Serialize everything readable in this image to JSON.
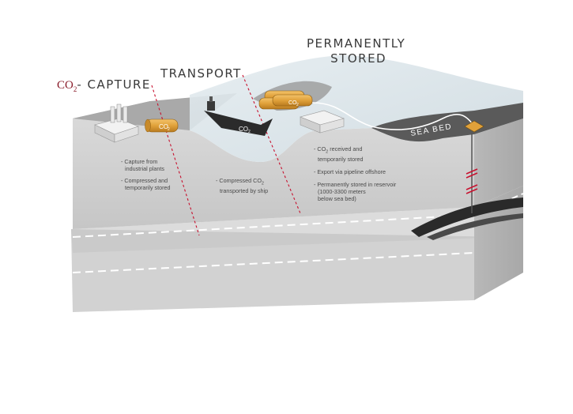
{
  "headings": {
    "capture_prefix": "CO",
    "capture_sub": "2",
    "capture_label": "- CAPTURE",
    "transport": "TRANSPORT",
    "stored_line1": "PERMANENTLY",
    "stored_line2": "STORED"
  },
  "capture_notes": {
    "item1_line1": "- Capture from",
    "item1_line2": "industrial plants",
    "item2_line1": "- Compressed and",
    "item2_line2": "temporarily stored"
  },
  "transport_notes": {
    "line1_pre": "- Compressed CO",
    "line1_sub": "2",
    "line2": "transported by ship"
  },
  "storage_notes": {
    "item1_pre": "- CO",
    "item1_sub": "2",
    "item1_post": " received and",
    "item1_line2": "temporarily stored",
    "item2": "- Export via pipeline offshore",
    "item3_line1": "- Permanently stored in reservoir",
    "item3_line2": "(1000-3300 meters",
    "item3_line3": "below sea bed)"
  },
  "labels": {
    "tank_co2": "CO",
    "tank_sub": "2",
    "ship_co2": "CO",
    "ship_sub": "2",
    "sea_bed": "SEA BED"
  },
  "colors": {
    "accent_red": "#c8102e",
    "co2_dark_red": "#8a1d2b",
    "tank_orange": "#e0a13a",
    "ship_dark": "#2b2b2b",
    "sea_top": "#5a5a5a"
  }
}
